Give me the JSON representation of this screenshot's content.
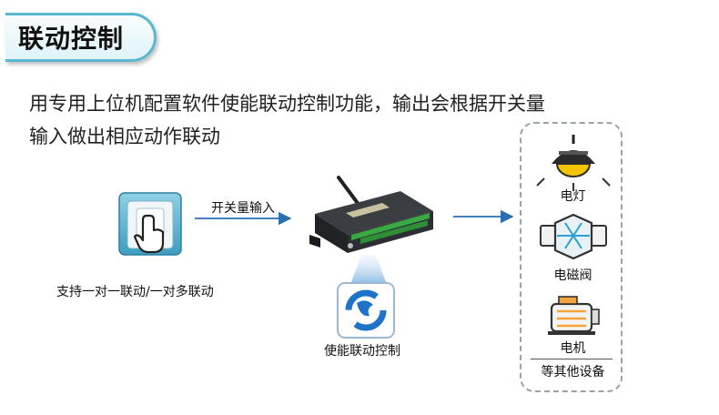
{
  "header": {
    "title": "联动控制"
  },
  "description": {
    "line1": "用专用上位机配置软件使能联动控制功能，输出会根据开关量",
    "line2": "输入做出相应动作联动"
  },
  "switch": {
    "caption": "支持一对一联动/一对多联动",
    "icon": "hand-press-switch-icon"
  },
  "arrow_input": {
    "label": "开关量输入"
  },
  "controller": {
    "icon": "io-controller-device-icon"
  },
  "software": {
    "caption": "使能联动控制",
    "icon": "config-software-logo-icon"
  },
  "devices": {
    "items": [
      {
        "label": "电灯",
        "icon": "lamp-icon"
      },
      {
        "label": "电磁阀",
        "icon": "solenoid-valve-icon"
      },
      {
        "label": "电机",
        "icon": "motor-icon"
      }
    ],
    "other_label": "等其他设备"
  },
  "colors": {
    "accent": "#5bb7cf",
    "arrow": "#2a6fb0",
    "terminal_green": "#3aa843",
    "lamp_yellow": "#f5c400"
  }
}
